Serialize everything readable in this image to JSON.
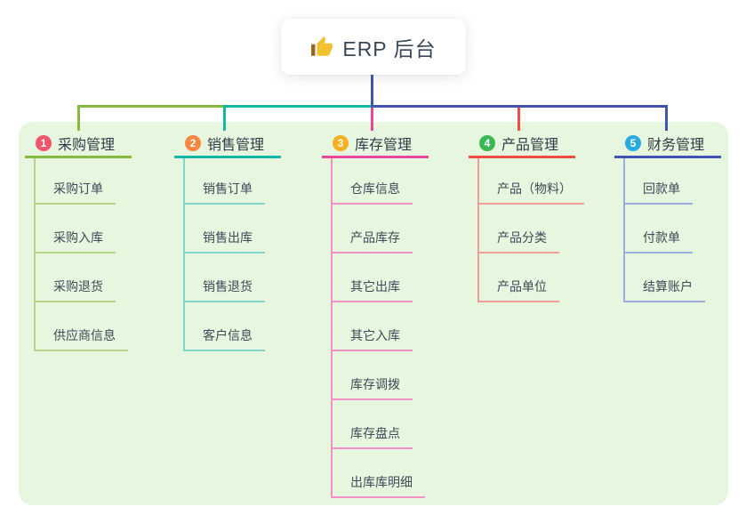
{
  "canvas": {
    "background": "#ffffff",
    "panel_color": "#e7f6df"
  },
  "root": {
    "label": "ERP 后台",
    "icon": "thumbs-up-icon",
    "icon_colors": {
      "hand": "#f2c12e",
      "cuff": "#9a6320"
    },
    "line_color": "#4154b2"
  },
  "branches": [
    {
      "number": "1",
      "title": "采购管理",
      "badge_color": "#f0566c",
      "line_color": "#84bb3f",
      "light_line_color": "#b4d68c",
      "children": [
        "采购订单",
        "采购入库",
        "采购退货",
        "供应商信息"
      ]
    },
    {
      "number": "2",
      "title": "销售管理",
      "badge_color": "#f6883f",
      "line_color": "#12b7a6",
      "light_line_color": "#83d6ca",
      "children": [
        "销售订单",
        "销售出库",
        "销售退货",
        "客户信息"
      ]
    },
    {
      "number": "3",
      "title": "库存管理",
      "badge_color": "#f5b123",
      "line_color": "#e8479b",
      "light_line_color": "#f492c5",
      "children": [
        "仓库信息",
        "产品库存",
        "其它出库",
        "其它入库",
        "库存调拨",
        "库存盘点",
        "出库库明细"
      ]
    },
    {
      "number": "4",
      "title": "产品管理",
      "badge_color": "#3bb854",
      "line_color": "#ef4c46",
      "light_line_color": "#f59e98",
      "children": [
        "产品（物料）",
        "产品分类",
        "产品单位"
      ]
    },
    {
      "number": "5",
      "title": "财务管理",
      "badge_color": "#29aae1",
      "line_color": "#4154b2",
      "light_line_color": "#9cafdc",
      "children": [
        "回款单",
        "付款单",
        "结算账户"
      ]
    }
  ]
}
